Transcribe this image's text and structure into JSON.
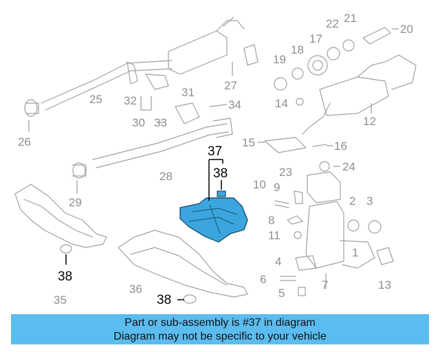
{
  "parts": {
    "p1": "1",
    "p2": "2",
    "p3": "3",
    "p4": "4",
    "p5": "5",
    "p6": "6",
    "p7": "7",
    "p8": "8",
    "p9": "9",
    "p10": "10",
    "p11": "11",
    "p12": "12",
    "p13": "13",
    "p14": "14",
    "p15": "15",
    "p16": "16",
    "p17": "17",
    "p18": "18",
    "p19": "19",
    "p20": "20",
    "p21": "21",
    "p22": "22",
    "p23": "23",
    "p24": "24",
    "p25": "25",
    "p26": "26",
    "p27": "27",
    "p28": "28",
    "p29": "29",
    "p30": "30",
    "p31": "31",
    "p32": "32",
    "p33": "33",
    "p34": "34",
    "p35": "35",
    "p36": "36",
    "p37": "37",
    "p38": "38"
  },
  "highlighted_part": "37",
  "highlight_color": "#3aa6dd",
  "caption": {
    "line1": "Part or sub-assembly is #37 in diagram",
    "line2": "Diagram may not be specific to your vehicle",
    "background": "#5bbcef"
  }
}
